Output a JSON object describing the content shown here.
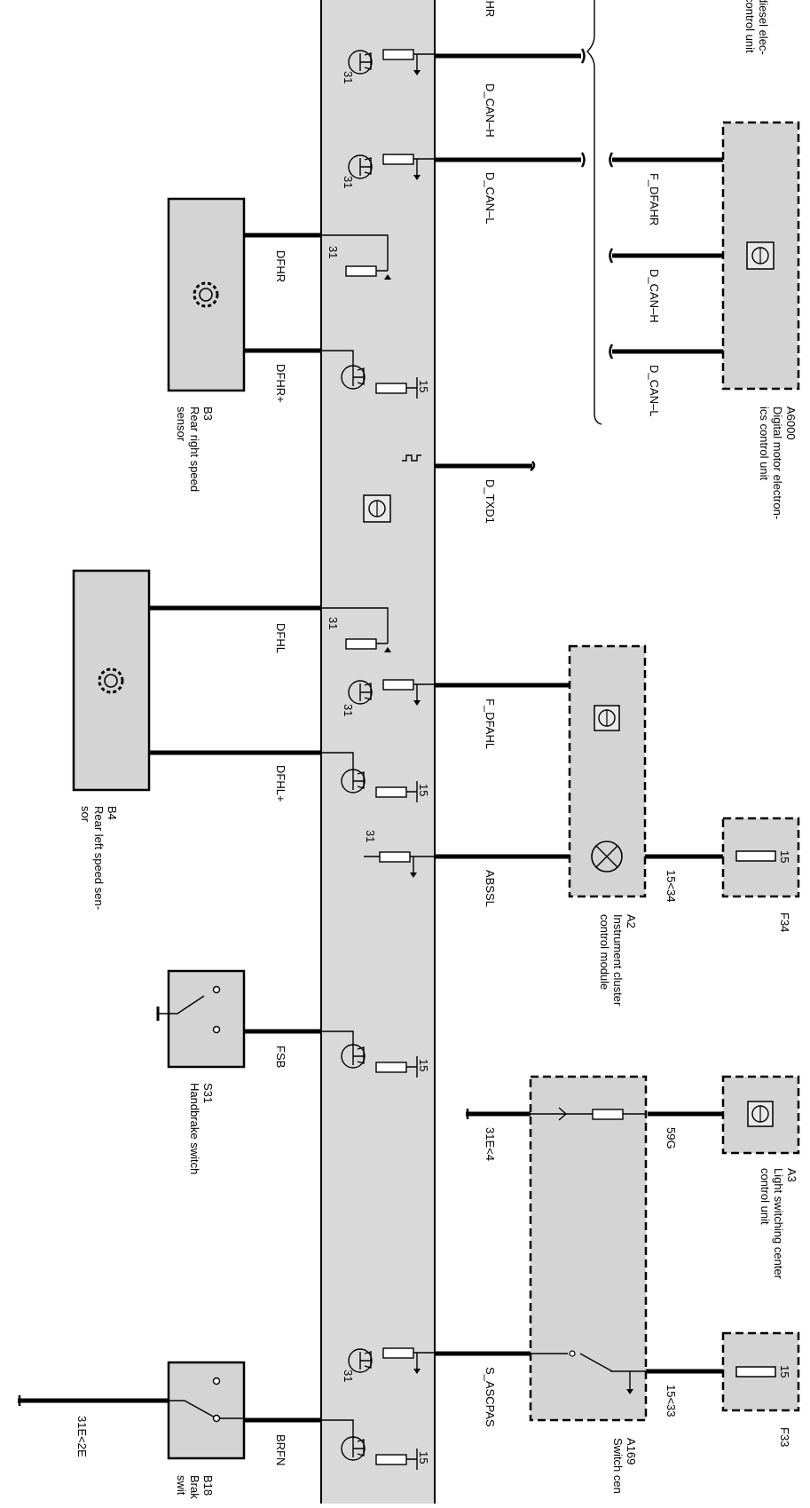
{
  "diagram": {
    "bus_signals": {
      "f_dfahr": "F_DFAHR",
      "d_can_h": "D_CAN–H",
      "d_can_l": "D_CAN–L",
      "d_txd1": "D_TXD1",
      "f_dfahl": "F_DFAHL",
      "abssl": "ABSSL",
      "s_ascpas": "S_ASCPAS"
    },
    "sensor_signals": {
      "dfhr": "DFHR",
      "dfhr_plus": "DFHR+",
      "dfhl": "DFHL",
      "dfhl_plus": "DFHL+",
      "fsb": "FSB",
      "brfn": "BRFN"
    },
    "right_signals": {
      "f_dfahr": "F_DFAHR",
      "d_can_h": "D_CAN–H",
      "d_can_l": "D_CAN–L",
      "t15_34": "15<34",
      "g59": "59G",
      "t15_33": "15<33",
      "ground_31e4": "31E<4",
      "ground_31e2e": "31E<2E"
    },
    "terminals": {
      "t31": "31",
      "t15": "15"
    },
    "components": {
      "top_right_note": [
        "diesel elec-",
        "control unit"
      ],
      "a6000": {
        "id": "A6000",
        "lines": [
          "Digital motor electron-",
          "ics control unit"
        ]
      },
      "b3": {
        "id": "B3",
        "lines": [
          "Rear right speed",
          "sensor"
        ]
      },
      "b4": {
        "id": "B4",
        "lines": [
          "Rear left speed sen-",
          "sor"
        ]
      },
      "a2": {
        "id": "A2",
        "lines": [
          "Instrument cluster",
          "control module"
        ]
      },
      "f34": {
        "id": "F34"
      },
      "s31": {
        "id": "S31",
        "lines": [
          "Handbrake switch"
        ]
      },
      "a3": {
        "id": "A3",
        "lines": [
          "Light switching center",
          "control unit"
        ]
      },
      "a169": {
        "id": "A169",
        "lines": [
          "Switch cen"
        ]
      },
      "f33": {
        "id": "F33"
      },
      "b18": {
        "id": "B18",
        "lines": [
          "Brak",
          "swit"
        ]
      }
    }
  }
}
